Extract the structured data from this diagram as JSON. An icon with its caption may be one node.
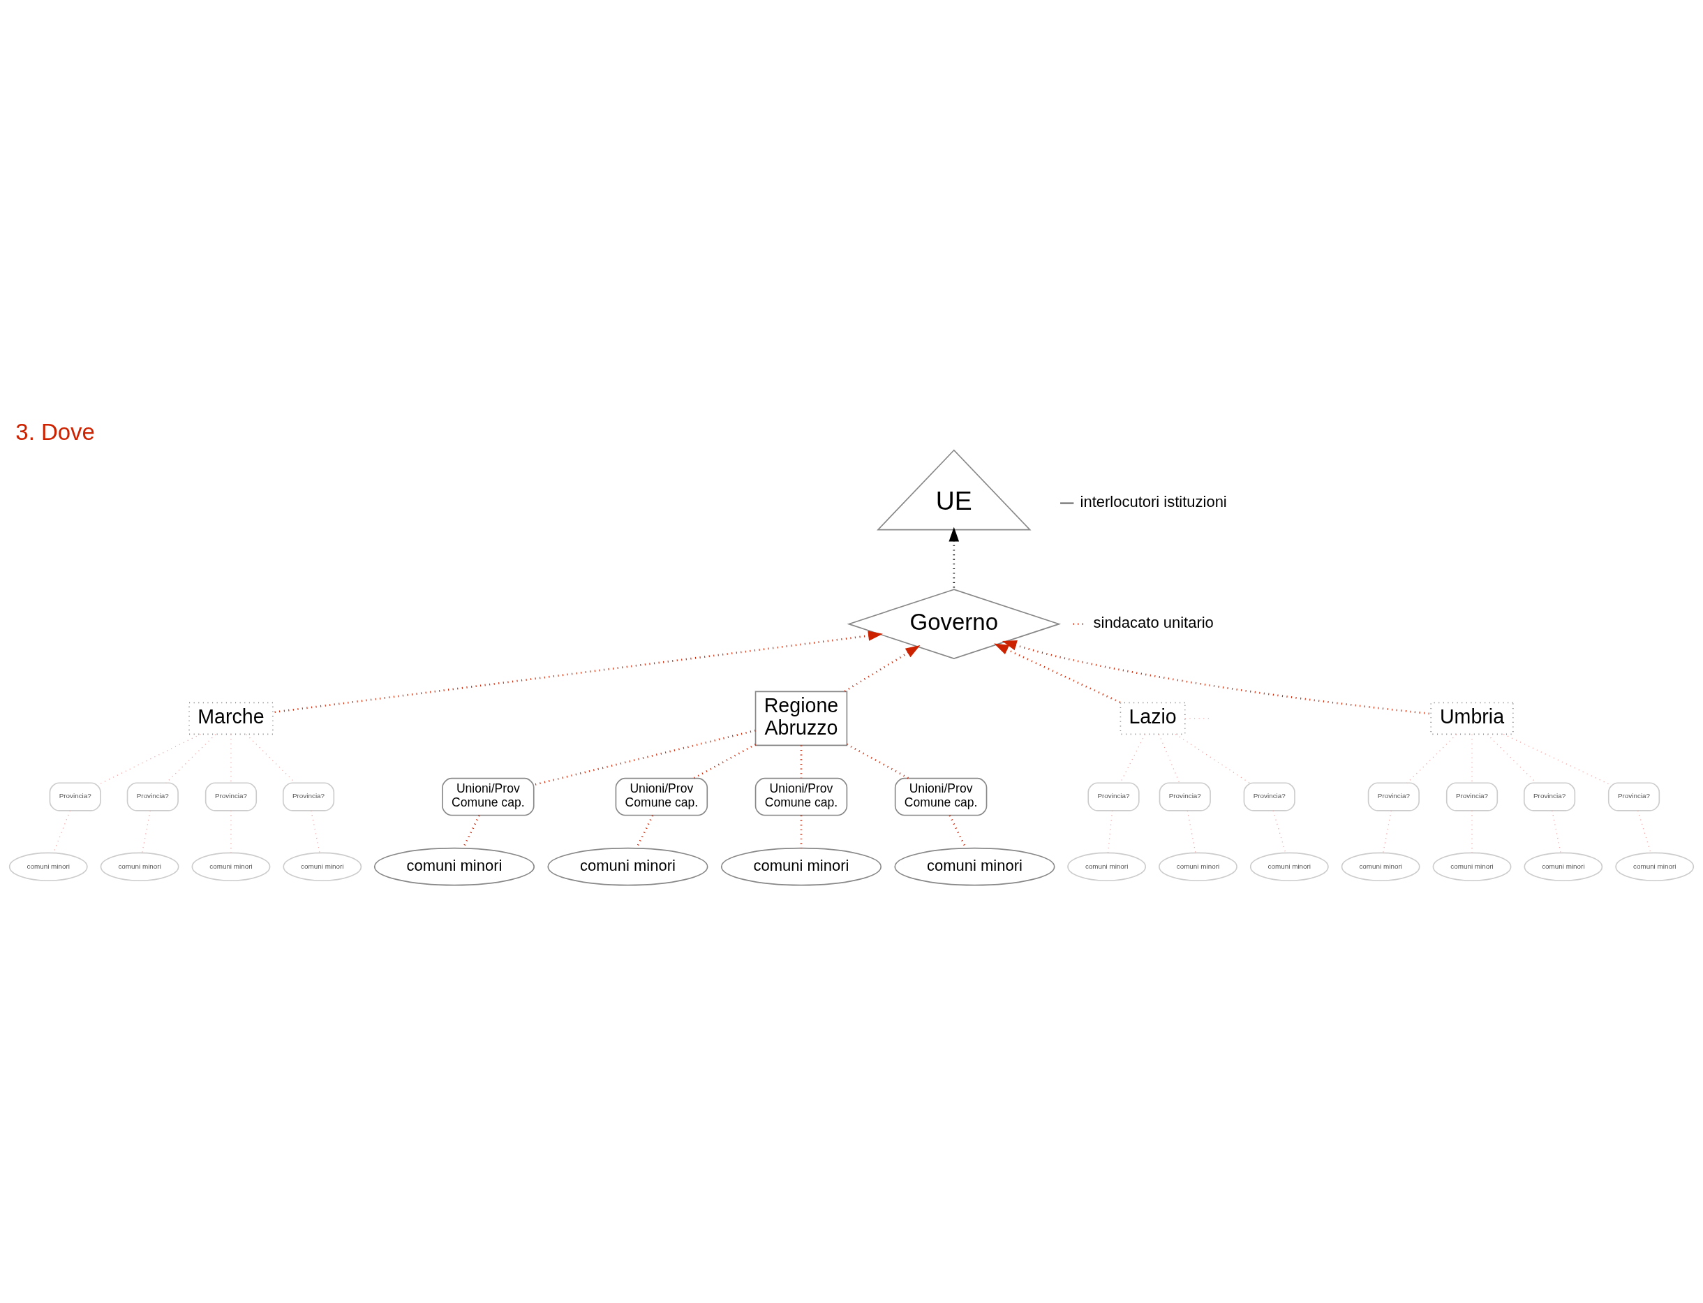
{
  "diagram": {
    "title": "3. Dove",
    "nodes": [
      {
        "text": [
          "UE"
        ]
      },
      {
        "text": [
          "Governo"
        ]
      },
      {
        "text": [
          "Marche"
        ]
      },
      {
        "text": [
          "Regione Abruzzo"
        ]
      },
      {
        "text": [
          "Lazio"
        ]
      },
      {
        "text": [
          "Umbria"
        ]
      },
      {
        "text": [
          "Provincia?"
        ]
      },
      {
        "text": [
          "Provincia?"
        ]
      },
      {
        "text": [
          "Provincia?"
        ]
      },
      {
        "text": [
          "Provincia?"
        ]
      },
      {
        "text": [
          "Provincia?"
        ]
      },
      {
        "text": [
          "Provincia?"
        ]
      },
      {
        "text": [
          "Provincia?"
        ]
      },
      {
        "text": [
          "Provincia?"
        ]
      },
      {
        "text": [
          "Provincia?"
        ]
      },
      {
        "text": [
          "Provincia?"
        ]
      },
      {
        "text": [
          "Provincia?"
        ]
      },
      {
        "text": [
          "comuni minori"
        ]
      },
      {
        "text": [
          "comuni minori"
        ]
      },
      {
        "text": [
          "comuni minori"
        ]
      },
      {
        "text": [
          "comuni minori"
        ]
      },
      {
        "text": [
          "comuni minori"
        ]
      },
      {
        "text": [
          "comuni minori"
        ]
      },
      {
        "text": [
          "comuni minori"
        ]
      },
      {
        "text": [
          "comuni minori"
        ]
      },
      {
        "text": [
          "comuni minori"
        ]
      },
      {
        "text": [
          "comuni minori"
        ]
      },
      {
        "text": [
          "comuni minori"
        ]
      },
      {
        "text": [
          "Unioni/Prov Comune cap."
        ]
      },
      {
        "text": [
          "Unioni/Prov Comune cap."
        ]
      },
      {
        "text": [
          "Unioni/Prov Comune cap."
        ]
      },
      {
        "text": [
          "Unioni/Prov Comune cap."
        ]
      },
      {
        "text": [
          "comuni minori"
        ]
      },
      {
        "text": [
          "comuni minori"
        ]
      },
      {
        "text": [
          "comuni minori"
        ]
      },
      {
        "text": [
          "comuni minori"
        ]
      }
    ],
    "edges": [
      {
        "from": 1,
        "to": 0,
        "arrow": "to",
        "style": "dashed",
        "color": "#000000"
      },
      {
        "from": 2,
        "to": 1,
        "arrow": "to",
        "style": "dashed",
        "color": "#cc2200"
      },
      {
        "from": 3,
        "to": 1,
        "arrow": "to",
        "style": "dashed",
        "color": "#cc2200"
      },
      {
        "from": 4,
        "to": 1,
        "arrow": "to",
        "style": "dashed",
        "color": "#cc2200"
      },
      {
        "from": 5,
        "to": 1,
        "arrow": "to",
        "style": "dashed",
        "color": "#cc2200"
      },
      {
        "from": 2,
        "to": 6,
        "arrow": "none",
        "style": "dashed",
        "color": "#f0a0a0"
      },
      {
        "from": 2,
        "to": 7,
        "arrow": "none",
        "style": "dashed",
        "color": "#f0a0a0"
      },
      {
        "from": 2,
        "to": 8,
        "arrow": "none",
        "style": "dashed",
        "color": "#f0a0a0"
      },
      {
        "from": 2,
        "to": 9,
        "arrow": "none",
        "style": "dashed",
        "color": "#f0a0a0"
      },
      {
        "from": 4,
        "to": 10,
        "arrow": "none",
        "style": "dashed",
        "color": "#f0a0a0"
      },
      {
        "from": 4,
        "to": 11,
        "arrow": "none",
        "style": "dashed",
        "color": "#f0a0a0"
      },
      {
        "from": 4,
        "to": 12,
        "arrow": "none",
        "style": "dashed",
        "color": "#f0a0a0"
      },
      {
        "from": 4,
        "to": null,
        "arrow": "none",
        "style": "dashed",
        "color": "#f0a0a0"
      },
      {
        "from": 5,
        "to": 13,
        "arrow": "none",
        "style": "dashed",
        "color": "#f0a0a0"
      },
      {
        "from": 5,
        "to": 14,
        "arrow": "none",
        "style": "dashed",
        "color": "#f0a0a0"
      },
      {
        "from": 5,
        "to": 15,
        "arrow": "none",
        "style": "dashed",
        "color": "#f0a0a0"
      },
      {
        "from": 5,
        "to": 16,
        "arrow": "none",
        "style": "dashed",
        "color": "#f0a0a0"
      },
      {
        "from": 6,
        "to": 17,
        "arrow": "none",
        "style": "dashed",
        "color": "#f0a0a0"
      },
      {
        "from": 7,
        "to": 18,
        "arrow": "none",
        "style": "dashed",
        "color": "#f0a0a0"
      },
      {
        "from": 8,
        "to": 19,
        "arrow": "none",
        "style": "dashed",
        "color": "#f0a0a0"
      },
      {
        "from": 9,
        "to": 20,
        "arrow": "none",
        "style": "dashed",
        "color": "#f0a0a0"
      },
      {
        "from": 10,
        "to": 21,
        "arrow": "none",
        "style": "dashed",
        "color": "#f0a0a0"
      },
      {
        "from": 11,
        "to": 22,
        "arrow": "none",
        "style": "dashed",
        "color": "#f0a0a0"
      },
      {
        "from": 12,
        "to": 23,
        "arrow": "none",
        "style": "dashed",
        "color": "#f0a0a0"
      },
      {
        "from": 13,
        "to": 24,
        "arrow": "none",
        "style": "dashed",
        "color": "#f0a0a0"
      },
      {
        "from": 14,
        "to": 25,
        "arrow": "none",
        "style": "dashed",
        "color": "#f0a0a0"
      },
      {
        "from": 15,
        "to": 26,
        "arrow": "none",
        "style": "dashed",
        "color": "#f0a0a0"
      },
      {
        "from": 16,
        "to": 27,
        "arrow": "none",
        "style": "dashed",
        "color": "#f0a0a0"
      },
      {
        "from": 3,
        "to": 28,
        "arrow": "none",
        "style": "dashed",
        "color": "#cc2200"
      },
      {
        "from": 3,
        "to": 29,
        "arrow": "none",
        "style": "dashed",
        "color": "#cc2200"
      },
      {
        "from": 3,
        "to": 30,
        "arrow": "none",
        "style": "dashed",
        "color": "#cc2200"
      },
      {
        "from": 3,
        "to": 31,
        "arrow": "none",
        "style": "dashed",
        "color": "#cc2200"
      },
      {
        "from": 28,
        "to": 32,
        "arrow": "none",
        "style": "dashed",
        "color": "#cc2200"
      },
      {
        "from": 29,
        "to": 33,
        "arrow": "none",
        "style": "dashed",
        "color": "#cc2200"
      },
      {
        "from": 30,
        "to": 34,
        "arrow": "none",
        "style": "dashed",
        "color": "#cc2200"
      },
      {
        "from": 31,
        "to": 35,
        "arrow": "none",
        "style": "dashed",
        "color": "#cc2200"
      }
    ],
    "legend": [
      {
        "text": "interlocutori istituzioni"
      },
      {
        "text": "sindacato unitario"
      }
    ]
  }
}
